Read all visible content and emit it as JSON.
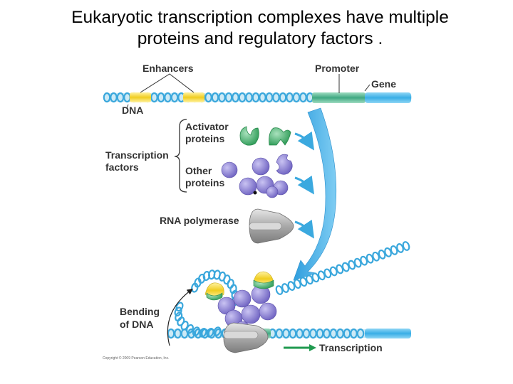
{
  "title": {
    "line1": "Eukaryotic transcription complexes have multiple",
    "line2": "proteins and regulatory factors ."
  },
  "figure": {
    "labels": {
      "enhancers": "Enhancers",
      "promoter": "Promoter",
      "gene": "Gene",
      "dna": "DNA",
      "activator_proteins_1": "Activator",
      "activator_proteins_2": "proteins",
      "transcription_factors_1": "Transcription",
      "transcription_factors_2": "factors",
      "other_proteins_1": "Other",
      "other_proteins_2": "proteins",
      "rna_polymerase": "RNA polymerase",
      "bending_of_dna_1": "Bending",
      "bending_of_dna_2": "of DNA",
      "transcription": "Transcription",
      "copyright": "Copyright © 2009 Pearson Education, Inc."
    },
    "colors": {
      "dna_blue": "#3aa7dc",
      "dna_light": "#bfe6f6",
      "enhancer_yellow": "#f2d43a",
      "promoter_green": "#4fb38a",
      "gene_blue": "#49b8ea",
      "activator_green": "#3fae6a",
      "other_protein_purple": "#8a7fd1",
      "polymerase_gray": "#b7b7b7",
      "arrow_blue": "#3ba9df",
      "transcription_arrow": "#1f9a4f"
    }
  }
}
